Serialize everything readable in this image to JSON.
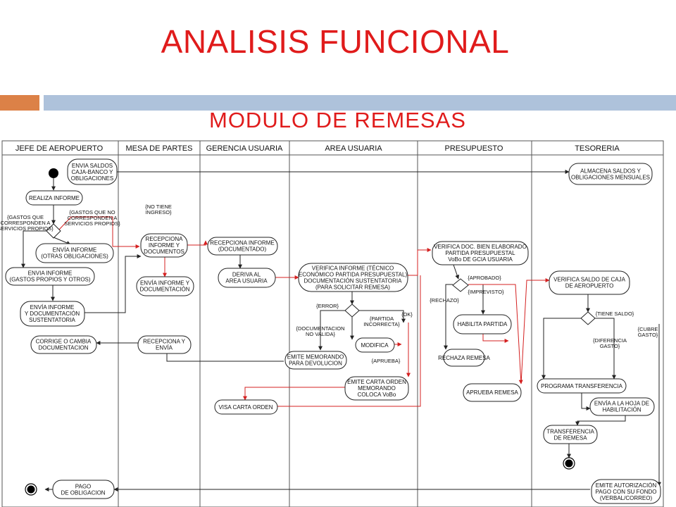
{
  "title": "ANALISIS FUNCIONAL",
  "subtitle": "MODULO DE REMESAS",
  "lanes": [
    "JEFE DE AEROPUERTO",
    "MESA DE PARTES",
    "GERENCIA USUARIA",
    "AREA USUARIA",
    "PRESUPUESTO",
    "TESORERIA"
  ],
  "nodes": {
    "envia_saldos": [
      "ENVIA SALDOS",
      "CAJA-BANCO Y",
      "OBLIGACIONES"
    ],
    "almacena_saldos": [
      "ALMACENA SALDOS Y",
      "OBLIGACIONES MENSUALES"
    ],
    "realiza_informe": [
      "REALIZA INFORME"
    ],
    "envia_informe_otras": [
      "ENVÍA INFORME",
      "(OTRAS OBLIGACIONES)"
    ],
    "envia_informe_propios": [
      "ENVIA INFORME",
      "(GASTOS PROPIOS Y OTROS)"
    ],
    "envia_informe_doc": [
      "ENVÍA INFORME",
      "Y DOCUMENTACIÓN",
      "SUSTENTATORIA"
    ],
    "corrige": [
      "CORRIGE O CAMBIA",
      "DOCUMENTACION"
    ],
    "recepciona_mp": [
      "RECEPCIONA",
      "INFORME Y",
      "DOCUMENTOS"
    ],
    "envia_informe_mp": [
      "ENVÍA INFORME Y",
      "DOCUMENTACIÓN"
    ],
    "recepciona_envia": [
      "RECEPCIONA Y",
      "ENVÍA"
    ],
    "recepciona_gu": [
      "RECEPCIONA INFORME",
      "(DOCUMENTADO)"
    ],
    "deriva": [
      "DERIVA AL",
      "AREA USUARIA"
    ],
    "verifica_informe": [
      "VERIFICA INFORME (TÉCNICO",
      "ECONÓMICO PARTIDA PRESUPUESTAL)",
      "DOCUMENTACIÓN SUSTENTATORIA",
      "(PARA SOLICITAR REMESA)"
    ],
    "modifica": [
      "MODIFICA"
    ],
    "emite_memorando": [
      "EMITE MEMORANDO",
      "PARA DEVOLUCION"
    ],
    "emite_carta": [
      "EMITE CARTA ORDEN",
      "MEMORANDO",
      "COLOCA VoBo"
    ],
    "visa_carta": [
      "VISA CARTA ORDEN"
    ],
    "verifica_doc": [
      "VERIFICA DOC. BIEN ELABORADO",
      "PARTIDA PRESUPUESTAL",
      "VoBo DE GCIA USUARIA"
    ],
    "habilita_partida": [
      "HABILITA PARTIDA"
    ],
    "rechaza_remesa": [
      "RECHAZA REMESA"
    ],
    "aprueba_remesa": [
      "APRUEBA REMESA"
    ],
    "verifica_saldo": [
      "VERIFICA SALDO DE CAJA",
      "DE AEROPUERTO"
    ],
    "programa_transf": [
      "PROGRAMA   TRANSFERENCIA"
    ],
    "envia_hoja": [
      "ENVÍA A LA HOJA DE",
      "HABILITACIÓN"
    ],
    "transferencia": [
      "TRANSFERENCIA",
      "DE REMESA"
    ],
    "emite_autorizacion": [
      "EMITE AUTORIZACIÓN",
      "PAGO CON SU FONDO",
      "(VERBAL/CORREO)"
    ],
    "pago": [
      "PAGO",
      "DE OBLIGACION"
    ]
  },
  "guards": {
    "no_tiene_ingreso": [
      "{NO TIENE",
      "INGRESO}"
    ],
    "gastos_corresponden": [
      "{GASTOS QUE",
      "CORRESPONDEN A",
      "SERVICIOS PROPIOS}"
    ],
    "gastos_no_corresponden": [
      "{GASTOS QUE NO",
      "CORRESPONDEN A",
      "SERVICIOS PROPIOS}"
    ],
    "error": [
      "{ERROR}"
    ],
    "partida_incorrecta": [
      "{PARTIDA",
      "INCORRECTA}"
    ],
    "ok": [
      "{OK}"
    ],
    "doc_no_valida": [
      "{DOCUMENTACION",
      "NO VALIDA}"
    ],
    "aprueba": [
      "{APRUEBA}"
    ],
    "aprobado": [
      "{APROBADO}"
    ],
    "imprevisto": [
      "{IMPREVISTO}"
    ],
    "rechazo": [
      "{RECHAZO}"
    ],
    "tiene_saldo": [
      "{TIENE SALDO}"
    ],
    "cubre_gasto": [
      "{CUBRE",
      "GASTO}"
    ],
    "diferencia_gasto": [
      "{DIFERENCIA",
      "GASTO}"
    ]
  }
}
